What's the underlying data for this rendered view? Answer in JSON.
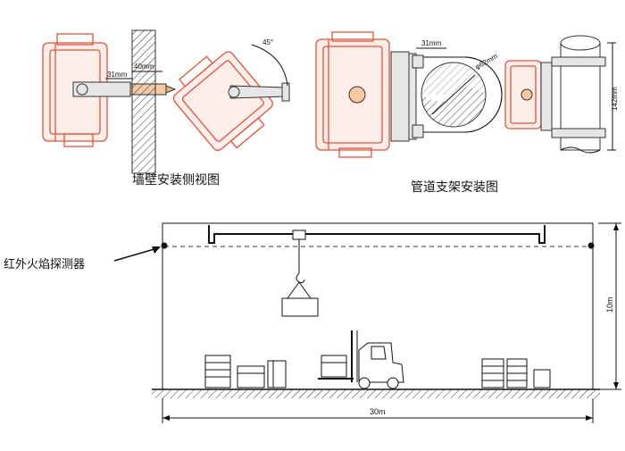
{
  "captions": {
    "wall": "墙壁安装侧视图",
    "pipe": "管道支架安装图",
    "detector_label": "红外火焰探测器"
  },
  "dimensions": {
    "wall_a": "31mm",
    "wall_b": "40mm",
    "angle": "45°",
    "pipe_a": "31mm",
    "pipe_dia": "φ62mm",
    "pipe_height": "142mm",
    "room_height": "10m",
    "room_width": "30m"
  },
  "colors": {
    "detector": "#e8503a",
    "outline": "#111111"
  }
}
